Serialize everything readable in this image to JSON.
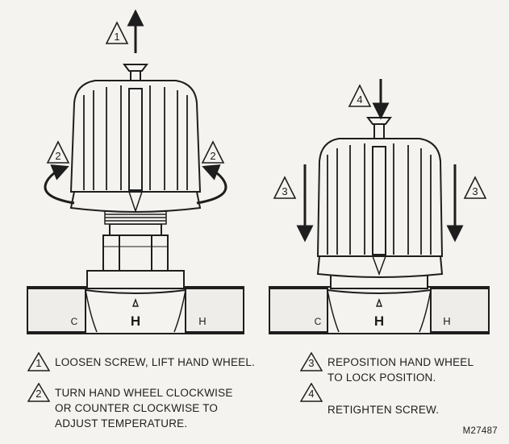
{
  "diagram": {
    "left_valve": {
      "callout_lift": "1",
      "callout_turn_left": "2",
      "callout_turn_right": "2",
      "port_left": "C",
      "port_right": "H",
      "center_mark": "H"
    },
    "right_valve": {
      "callout_screw": "4",
      "callout_push_left": "3",
      "callout_push_right": "3",
      "port_left": "C",
      "port_right": "H",
      "center_mark": "H"
    }
  },
  "steps": [
    {
      "number": "1",
      "text": "LOOSEN SCREW, LIFT HAND WHEEL."
    },
    {
      "number": "2",
      "text": "TURN HAND WHEEL CLOCKWISE\nOR COUNTER CLOCKWISE TO\nADJUST TEMPERATURE."
    },
    {
      "number": "3",
      "text": "REPOSITION HAND WHEEL\nTO LOCK POSITION."
    },
    {
      "number": "4",
      "text": "RETIGHTEN SCREW."
    }
  ],
  "figure_code": "M27487",
  "colors": {
    "ink": "#1e1e1e",
    "paper": "#f4f3ef",
    "shade": "#c8c7c3"
  }
}
